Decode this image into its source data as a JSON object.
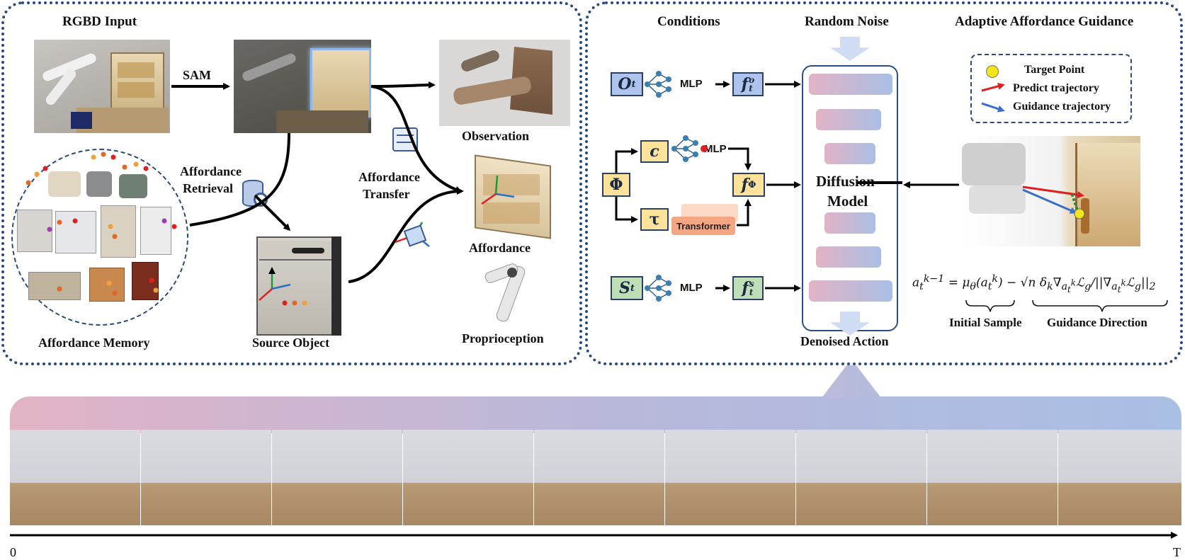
{
  "left_panel": {
    "rgbd_input": "RGBD Input",
    "sam": "SAM",
    "observation": "Observation",
    "affordance_retrieval_line1": "Affordance",
    "affordance_retrieval_line2": "Retrieval",
    "affordance_transfer_line1": "Affordance",
    "affordance_transfer_line2": "Transfer",
    "affordance": "Affordance",
    "affordance_memory": "Affordance Memory",
    "source_object": "Source Object",
    "proprioception": "Proprioception"
  },
  "right_panel": {
    "conditions": "Conditions",
    "random_noise": "Random Noise",
    "adaptive_guidance": "Adaptive Affordance Guidance",
    "mlp": "MLP",
    "transformer": "Transformer",
    "diffusion_line1": "Diffusion",
    "diffusion_line2": "Model",
    "denoised_action": "Denoised Action",
    "legend": {
      "target_point": "Target Point",
      "predict_trajectory": "Predict trajectory",
      "guidance_trajectory": "Guidance trajectory"
    },
    "initial_sample": "Initial Sample",
    "guidance_direction": "Guidance Direction",
    "symbols": {
      "o_t": "O",
      "o_sub": "t",
      "f_o": "f",
      "s_t": "S",
      "s_sub": "t",
      "phi": "Φ",
      "c": "c",
      "tau": "τ",
      "f_phi": "f",
      "f_phi_sup": "Φ",
      "f_sup_o": "o",
      "f_sup_s": "s",
      "f_sub_t": "t"
    }
  },
  "timeline": {
    "start": "0",
    "end": "T"
  },
  "colors": {
    "panel_border": "#2a4a7b",
    "blue_box": "#aec4ec",
    "yellow_box": "#ffe29a",
    "green_box": "#bfe0b6",
    "transformer": "#f4a582",
    "pink": "#e2b3c6",
    "blue": "#a9bfe4"
  }
}
